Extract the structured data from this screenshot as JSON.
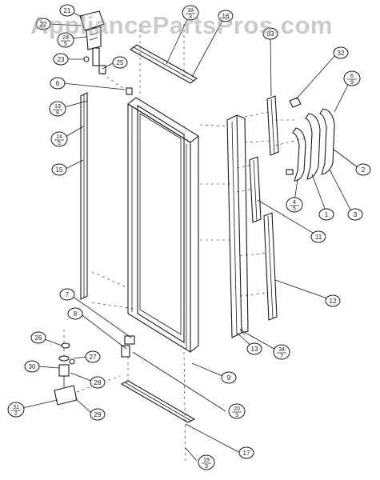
{
  "watermark": "AppliancePartsPros.com",
  "callouts": [
    {
      "id": "c-21",
      "text": "21"
    },
    {
      "id": "c-22",
      "text": "22"
    },
    {
      "id": "c-24",
      "text": "24",
      "sub": "5"
    },
    {
      "id": "c-23",
      "text": "23"
    },
    {
      "id": "c-25",
      "text": "25"
    },
    {
      "id": "c-18a",
      "text": "18",
      "sub": "3"
    },
    {
      "id": "c-16",
      "text": "16"
    },
    {
      "id": "c-33",
      "text": "33"
    },
    {
      "id": "c-32",
      "text": "32"
    },
    {
      "id": "c-6b",
      "text": "6",
      "sub": "9"
    },
    {
      "id": "c-6",
      "text": "6"
    },
    {
      "id": "c-13",
      "text": "13",
      "sub": "8"
    },
    {
      "id": "c-14",
      "text": "14",
      "sub": "5"
    },
    {
      "id": "c-15",
      "text": "15"
    },
    {
      "id": "c-2",
      "text": "2"
    },
    {
      "id": "c-4",
      "text": "4",
      "sub": "5"
    },
    {
      "id": "c-1",
      "text": "1"
    },
    {
      "id": "c-3",
      "text": "3"
    },
    {
      "id": "c-11",
      "text": "11"
    },
    {
      "id": "c-12",
      "text": "12"
    },
    {
      "id": "c-7",
      "text": "7"
    },
    {
      "id": "c-8",
      "text": "8"
    },
    {
      "id": "c-34",
      "text": "34",
      "sub": "7"
    },
    {
      "id": "c-13b",
      "text": "13"
    },
    {
      "id": "c-9",
      "text": "9"
    },
    {
      "id": "c-26",
      "text": "26"
    },
    {
      "id": "c-27",
      "text": "27"
    },
    {
      "id": "c-30",
      "text": "30"
    },
    {
      "id": "c-28",
      "text": "28"
    },
    {
      "id": "c-20",
      "text": "20",
      "sub": "3"
    },
    {
      "id": "c-31",
      "text": "31",
      "sub": "2"
    },
    {
      "id": "c-29",
      "text": "29"
    },
    {
      "id": "c-17",
      "text": "17"
    },
    {
      "id": "c-19",
      "text": "19",
      "sub": "3"
    }
  ]
}
